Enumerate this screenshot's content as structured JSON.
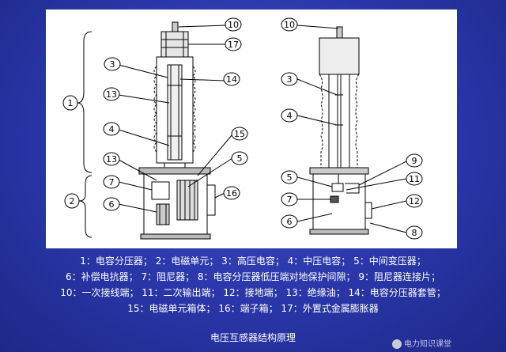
{
  "diagram": {
    "group_labels": [
      "1",
      "2"
    ],
    "left_labels": [
      "10",
      "17",
      "3",
      "14",
      "13",
      "4",
      "15",
      "5",
      "13",
      "7",
      "6",
      "16"
    ],
    "right_labels": [
      "10",
      "3",
      "4",
      "9",
      "5",
      "11",
      "7",
      "12",
      "6",
      "8"
    ]
  },
  "legend": {
    "lines": [
      "1：电容分压器；  2：电磁单元；  3：高压电容；  4：中压电容；  5：中间变压器；",
      "6：补偿电抗器；  7：阻尼器；  8：电容分压器低压端对地保护间隙；  9：阻尼器连接片；",
      "10：一次接线端；  11：二次输出端；  12：接地端；  13：绝缘油；  14：电容分压器套管；",
      "15：电磁单元箱体；  16：端子箱；  17：外置式金属膨胀器"
    ]
  },
  "caption": "电压互感器结构原理",
  "watermark": "电力知识课堂"
}
